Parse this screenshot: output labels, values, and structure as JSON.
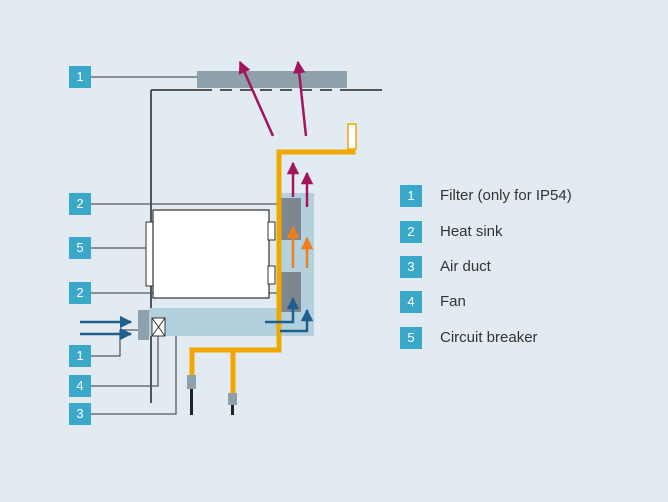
{
  "diagram": {
    "callouts": [
      "1",
      "2",
      "5",
      "2",
      "1",
      "4",
      "3"
    ],
    "legend": [
      {
        "number": "1",
        "label": "Filter (only for IP54)"
      },
      {
        "number": "2",
        "label": "Heat sink"
      },
      {
        "number": "3",
        "label": "Air duct"
      },
      {
        "number": "4",
        "label": "Fan"
      },
      {
        "number": "5",
        "label": "Circuit breaker"
      }
    ]
  },
  "colors": {
    "background": "#e3ebf2",
    "badge": "#3aa9c9",
    "cable": "#f0a800",
    "hot_air": "#a3135e",
    "warm_air": "#ee7f1a",
    "cool_air": "#1f5f8b",
    "air_duct": "#b3d0df"
  }
}
